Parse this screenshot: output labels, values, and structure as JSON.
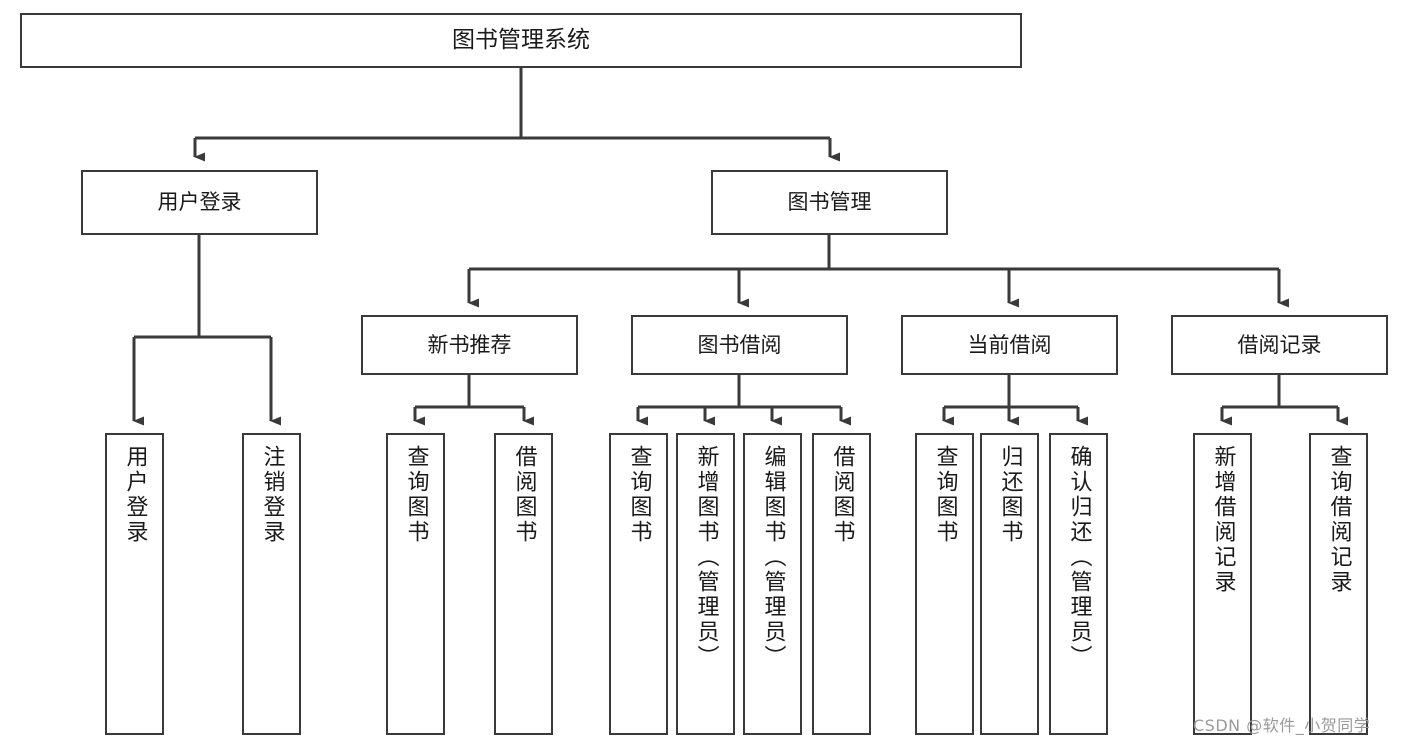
{
  "diagram": {
    "type": "tree-hierarchy-chart",
    "title": "图书管理系统",
    "watermark": "CSDN @软件_小贺同学",
    "stroke_color": "#3a3a3a",
    "fill_color": "#ffffff",
    "text_color": "#1a1a1a",
    "nodes": {
      "root": {
        "label": "图书管理系统"
      },
      "level2": [
        {
          "id": "user-login",
          "label": "用户登录"
        },
        {
          "id": "book-management",
          "label": "图书管理"
        }
      ],
      "level3": [
        {
          "id": "new-book-recommend",
          "label": "新书推荐"
        },
        {
          "id": "book-borrow",
          "label": "图书借阅"
        },
        {
          "id": "current-borrow",
          "label": "当前借阅"
        },
        {
          "id": "borrow-record",
          "label": "借阅记录"
        }
      ],
      "leaves": {
        "user-login": [
          {
            "id": "leaf-user-login",
            "label": "用户登录"
          },
          {
            "id": "leaf-user-logout",
            "label": "注销登录"
          }
        ],
        "new-book-recommend": [
          {
            "id": "leaf-query-book-1",
            "label": "查询图书"
          },
          {
            "id": "leaf-borrow-book-1",
            "label": "借阅图书"
          }
        ],
        "book-borrow": [
          {
            "id": "leaf-query-book-2",
            "label": "查询图书"
          },
          {
            "id": "leaf-add-book",
            "label": "新增图书（管理员）"
          },
          {
            "id": "leaf-edit-book",
            "label": "编辑图书（管理员）"
          },
          {
            "id": "leaf-borrow-book-2",
            "label": "借阅图书"
          }
        ],
        "current-borrow": [
          {
            "id": "leaf-query-book-3",
            "label": "查询图书"
          },
          {
            "id": "leaf-return-book",
            "label": "归还图书"
          },
          {
            "id": "leaf-confirm-return",
            "label": "确认归还（管理员）"
          }
        ],
        "borrow-record": [
          {
            "id": "leaf-add-record",
            "label": "新增借阅记录"
          },
          {
            "id": "leaf-query-record",
            "label": "查询借阅记录"
          }
        ]
      }
    }
  }
}
